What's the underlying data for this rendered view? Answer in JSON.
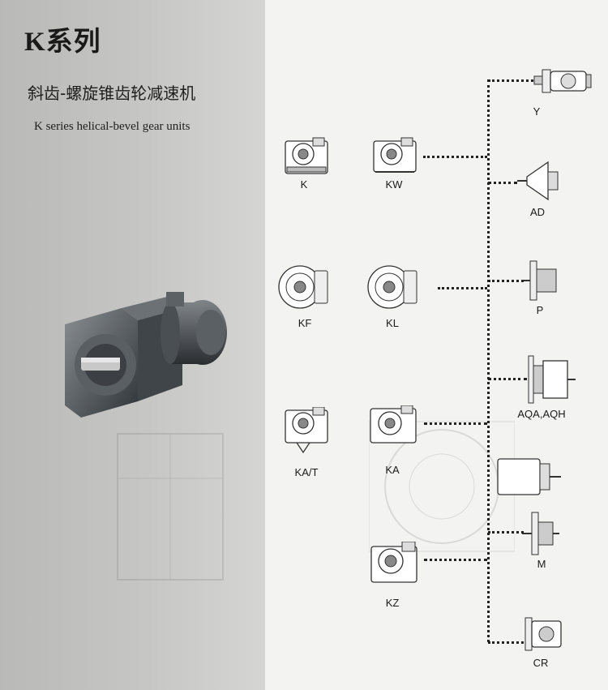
{
  "header": {
    "title": "K系列",
    "subtitle_cn": "斜齿-螺旋锥齿轮减速机",
    "subtitle_en": "K series helical-bevel gear units"
  },
  "units": [
    {
      "id": "k",
      "label": "K"
    },
    {
      "id": "kw",
      "label": "KW"
    },
    {
      "id": "kf",
      "label": "KF"
    },
    {
      "id": "kl",
      "label": "KL"
    },
    {
      "id": "kat",
      "label": "KA/T"
    },
    {
      "id": "ka",
      "label": "KA"
    },
    {
      "id": "kz",
      "label": "KZ"
    }
  ],
  "inputs": [
    {
      "id": "y",
      "label": "Y"
    },
    {
      "id": "ad",
      "label": "AD"
    },
    {
      "id": "p",
      "label": "P"
    },
    {
      "id": "aqa",
      "label": "AQA,AQH"
    },
    {
      "id": "m",
      "label": "M"
    },
    {
      "id": "cr",
      "label": "CR"
    }
  ]
}
